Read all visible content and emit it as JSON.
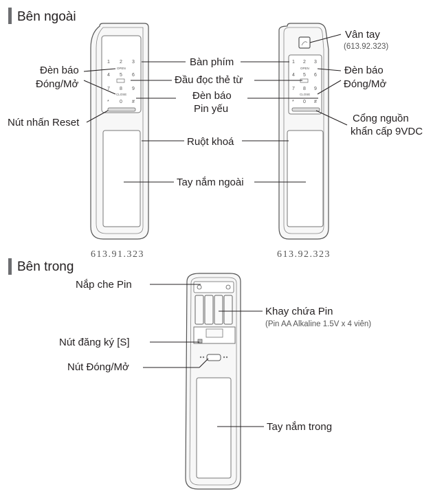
{
  "sections": {
    "outside_title": "Bên ngoài",
    "inside_title": "Bên trong"
  },
  "models": {
    "left": "613.91.323",
    "right": "613.92.323"
  },
  "keypad": {
    "keys": [
      "1",
      "2",
      "3",
      "4",
      "5",
      "6",
      "7",
      "8",
      "9",
      "*",
      "0",
      "#"
    ],
    "open_label": "OPEN",
    "close_label": "CLOSE"
  },
  "labels": {
    "keypad": "Bàn phím",
    "indicator_left_1": "Đèn báo",
    "indicator_left_2": "Đóng/Mở",
    "card_reader": "Đầu đọc thẻ từ",
    "low_battery_1": "Đèn báo",
    "low_battery_2": "Pin yếu",
    "reset_button": "Nút nhấn Reset",
    "lock_core": "Ruột khoá",
    "outer_handle": "Tay nắm ngoài",
    "fingerprint": "Vân tay",
    "fingerprint_model": "(613.92.323)",
    "indicator_right_1": "Đèn báo",
    "indicator_right_2": "Đóng/Mở",
    "emergency_1": "Cổng nguồn",
    "emergency_2": "khẩn cấp 9VDC",
    "battery_cover": "Nắp che Pin",
    "battery_tray": "Khay chứa Pin",
    "battery_spec": "(Pin AA Alkaline 1.5V x 4 viên)",
    "register_button": "Nút đăng ký [S]",
    "open_close_button": "Nút Đóng/Mở",
    "inner_handle": "Tay nắm trong"
  },
  "colors": {
    "section_bar": "#6d6e71",
    "text": "#231f20"
  }
}
